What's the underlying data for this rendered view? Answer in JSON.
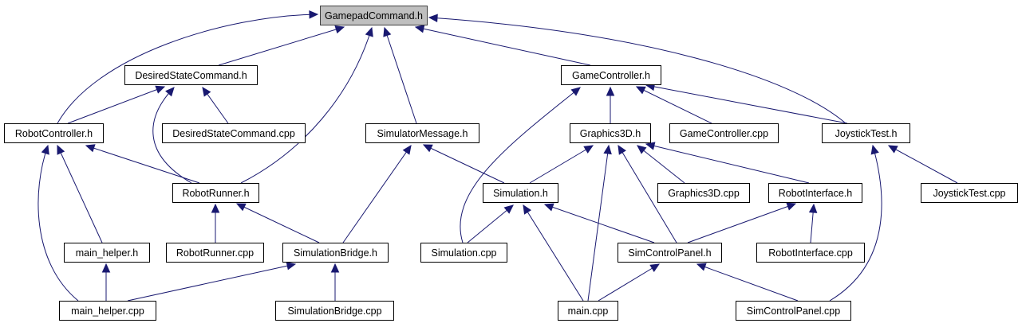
{
  "diagram": {
    "title_node": "GamepadCommand.h",
    "colors": {
      "edge": "#191970",
      "root_fill": "#bfbfbf",
      "node_fill": "#ffffff",
      "node_border": "#000000"
    },
    "nodes": [
      {
        "id": "n0",
        "label": "GamepadCommand.h",
        "root": true
      },
      {
        "id": "n1",
        "label": "DesiredStateCommand.h"
      },
      {
        "id": "n2",
        "label": "GameController.h"
      },
      {
        "id": "n3",
        "label": "RobotController.h"
      },
      {
        "id": "n4",
        "label": "DesiredStateCommand.cpp"
      },
      {
        "id": "n5",
        "label": "SimulatorMessage.h"
      },
      {
        "id": "n6",
        "label": "Graphics3D.h"
      },
      {
        "id": "n7",
        "label": "GameController.cpp"
      },
      {
        "id": "n8",
        "label": "JoystickTest.h"
      },
      {
        "id": "n9",
        "label": "RobotRunner.h"
      },
      {
        "id": "n10",
        "label": "Simulation.h"
      },
      {
        "id": "n11",
        "label": "Graphics3D.cpp"
      },
      {
        "id": "n12",
        "label": "RobotInterface.h"
      },
      {
        "id": "n13",
        "label": "JoystickTest.cpp"
      },
      {
        "id": "n14",
        "label": "main_helper.h"
      },
      {
        "id": "n15",
        "label": "RobotRunner.cpp"
      },
      {
        "id": "n16",
        "label": "SimulationBridge.h"
      },
      {
        "id": "n17",
        "label": "Simulation.cpp"
      },
      {
        "id": "n18",
        "label": "SimControlPanel.h"
      },
      {
        "id": "n19",
        "label": "RobotInterface.cpp"
      },
      {
        "id": "n20",
        "label": "main_helper.cpp"
      },
      {
        "id": "n21",
        "label": "SimulationBridge.cpp"
      },
      {
        "id": "n22",
        "label": "main.cpp"
      },
      {
        "id": "n23",
        "label": "SimControlPanel.cpp"
      }
    ],
    "edges": [
      {
        "from": "n1",
        "to": "n0"
      },
      {
        "from": "n2",
        "to": "n0"
      },
      {
        "from": "n3",
        "to": "n0"
      },
      {
        "from": "n5",
        "to": "n0"
      },
      {
        "from": "n8",
        "to": "n0"
      },
      {
        "from": "n9",
        "to": "n0"
      },
      {
        "from": "n3",
        "to": "n1"
      },
      {
        "from": "n4",
        "to": "n1"
      },
      {
        "from": "n9",
        "to": "n1"
      },
      {
        "from": "n6",
        "to": "n2"
      },
      {
        "from": "n7",
        "to": "n2"
      },
      {
        "from": "n8",
        "to": "n2"
      },
      {
        "from": "n17",
        "to": "n2"
      },
      {
        "from": "n9",
        "to": "n3"
      },
      {
        "from": "n14",
        "to": "n3"
      },
      {
        "from": "n20",
        "to": "n3"
      },
      {
        "from": "n10",
        "to": "n5"
      },
      {
        "from": "n16",
        "to": "n5"
      },
      {
        "from": "n10",
        "to": "n6"
      },
      {
        "from": "n11",
        "to": "n6"
      },
      {
        "from": "n12",
        "to": "n6"
      },
      {
        "from": "n18",
        "to": "n6"
      },
      {
        "from": "n22",
        "to": "n6"
      },
      {
        "from": "n13",
        "to": "n8"
      },
      {
        "from": "n23",
        "to": "n8"
      },
      {
        "from": "n15",
        "to": "n9"
      },
      {
        "from": "n16",
        "to": "n9"
      },
      {
        "from": "n17",
        "to": "n10"
      },
      {
        "from": "n18",
        "to": "n10"
      },
      {
        "from": "n22",
        "to": "n10"
      },
      {
        "from": "n18",
        "to": "n12"
      },
      {
        "from": "n19",
        "to": "n12"
      },
      {
        "from": "n20",
        "to": "n14"
      },
      {
        "from": "n20",
        "to": "n16"
      },
      {
        "from": "n21",
        "to": "n16"
      },
      {
        "from": "n22",
        "to": "n18"
      },
      {
        "from": "n23",
        "to": "n18"
      }
    ]
  }
}
